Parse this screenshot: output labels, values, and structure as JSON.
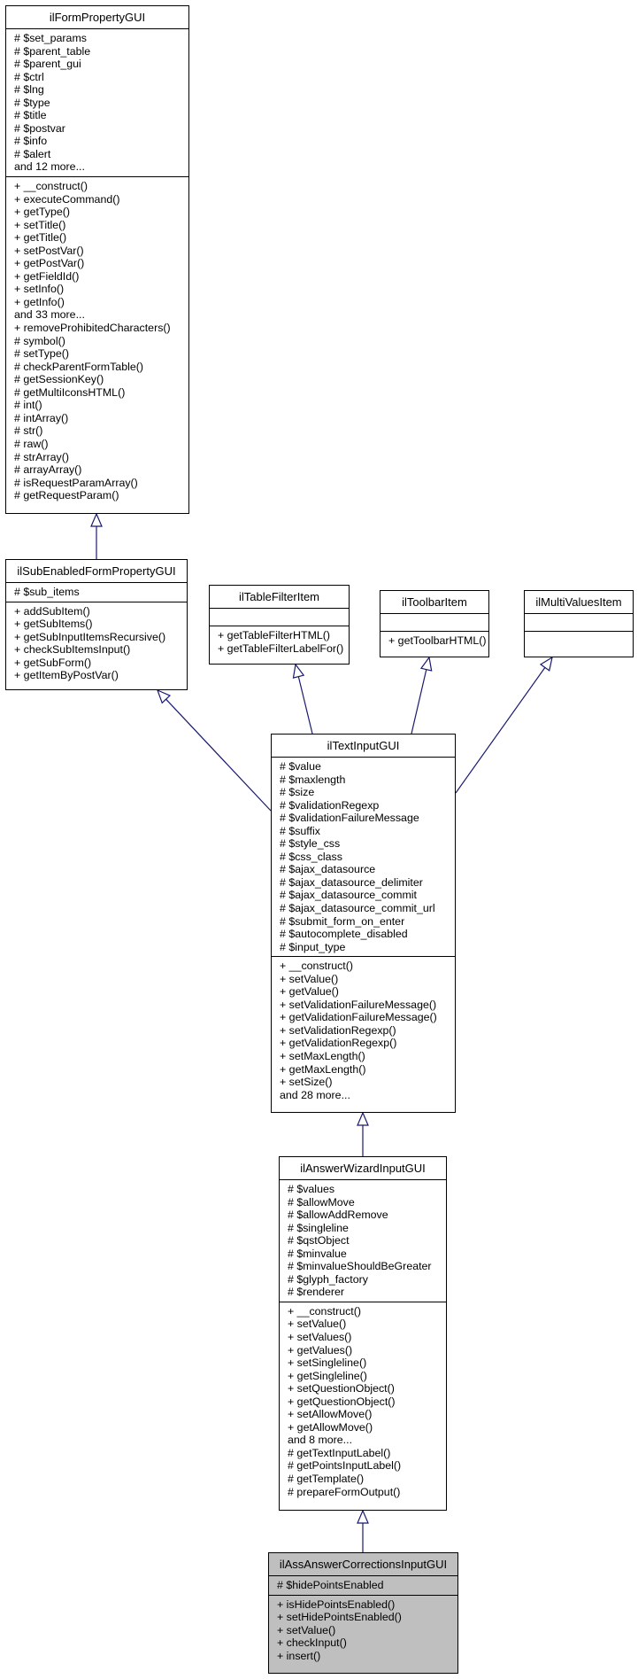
{
  "classes": {
    "form_property": {
      "name": "ilFormPropertyGUI",
      "attributes": [
        "# $set_params",
        "# $parent_table",
        "# $parent_gui",
        "# $ctrl",
        "# $lng",
        "# $type",
        "# $title",
        "# $postvar",
        "# $info",
        "# $alert",
        "and 12 more..."
      ],
      "methods": [
        "+ __construct()",
        "+ executeCommand()",
        "+ getType()",
        "+ setTitle()",
        "+ getTitle()",
        "+ setPostVar()",
        "+ getPostVar()",
        "+ getFieldId()",
        "+ setInfo()",
        "+ getInfo()",
        "and 33 more...",
        "+ removeProhibitedCharacters()",
        "# symbol()",
        "# setType()",
        "# checkParentFormTable()",
        "# getSessionKey()",
        "# getMultiIconsHTML()",
        "# int()",
        "# intArray()",
        "# str()",
        "# raw()",
        "# strArray()",
        "# arrayArray()",
        "# isRequestParamArray()",
        "# getRequestParam()"
      ]
    },
    "sub_enabled": {
      "name": "ilSubEnabledFormPropertyGUI",
      "attributes": [
        "# $sub_items"
      ],
      "methods": [
        "+ addSubItem()",
        "+ getSubItems()",
        "+ getSubInputItemsRecursive()",
        "+ checkSubItemsInput()",
        "+ getSubForm()",
        "+ getItemByPostVar()"
      ]
    },
    "table_filter": {
      "name": "ilTableFilterItem",
      "attributes": [],
      "methods": [
        "+ getTableFilterHTML()",
        "+ getTableFilterLabelFor()"
      ]
    },
    "toolbar_item": {
      "name": "ilToolbarItem",
      "attributes": [],
      "methods": [
        "+ getToolbarHTML()"
      ]
    },
    "multi_values": {
      "name": "ilMultiValuesItem",
      "attributes": [],
      "methods": []
    },
    "text_input": {
      "name": "ilTextInputGUI",
      "attributes": [
        "# $value",
        "# $maxlength",
        "# $size",
        "# $validationRegexp",
        "# $validationFailureMessage",
        "# $suffix",
        "# $style_css",
        "# $css_class",
        "# $ajax_datasource",
        "# $ajax_datasource_delimiter",
        "# $ajax_datasource_commit",
        "# $ajax_datasource_commit_url",
        "# $submit_form_on_enter",
        "# $autocomplete_disabled",
        "# $input_type"
      ],
      "methods": [
        "+ __construct()",
        "+ setValue()",
        "+ getValue()",
        "+ setValidationFailureMessage()",
        "+ getValidationFailureMessage()",
        "+ setValidationRegexp()",
        "+ getValidationRegexp()",
        "+ setMaxLength()",
        "+ getMaxLength()",
        "+ setSize()",
        "and 28 more..."
      ]
    },
    "answer_wizard": {
      "name": "ilAnswerWizardInputGUI",
      "attributes": [
        "# $values",
        "# $allowMove",
        "# $allowAddRemove",
        "# $singleline",
        "# $qstObject",
        "# $minvalue",
        "# $minvalueShouldBeGreater",
        "# $glyph_factory",
        "# $renderer"
      ],
      "methods": [
        "+ __construct()",
        "+ setValue()",
        "+ setValues()",
        "+ getValues()",
        "+ setSingleline()",
        "+ getSingleline()",
        "+ setQuestionObject()",
        "+ getQuestionObject()",
        "+ setAllowMove()",
        "+ getAllowMove()",
        "and 8 more...",
        "# getTextInputLabel()",
        "# getPointsInputLabel()",
        "# getTemplate()",
        "# prepareFormOutput()"
      ]
    },
    "corrections": {
      "name": "ilAssAnswerCorrectionsInputGUI",
      "attributes": [
        "# $hidePointsEnabled"
      ],
      "methods": [
        "+ isHidePointsEnabled()",
        "+ setHidePointsEnabled()",
        "+ setValue()",
        "+ checkInput()",
        "+ insert()"
      ]
    }
  },
  "edge_color": "#191970"
}
